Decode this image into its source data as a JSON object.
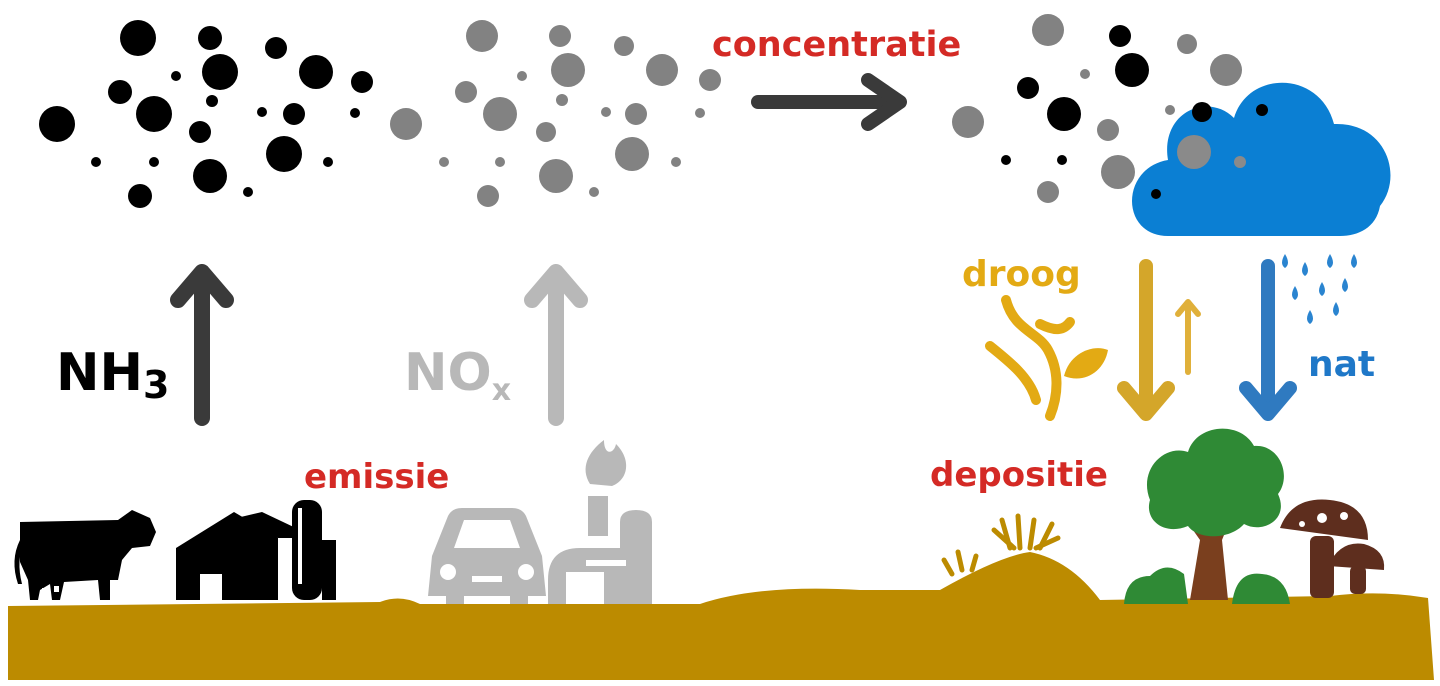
{
  "labels": {
    "concentration": "concentratie",
    "emission": "emissie",
    "deposition": "depositie",
    "dry": "droog",
    "wet": "nat",
    "nh3_base": "NH",
    "nh3_sub": "3",
    "nox_base": "NO",
    "nox_sub": "x"
  },
  "colors": {
    "label_red": "#d42a25",
    "dry_yellow": "#e3aa14",
    "wet_blue": "#1f78c8",
    "cloud_blue": "#0b7fd3",
    "ground": "#bc8b00",
    "nh3_particles": "#000000",
    "nox_particles": "#828282",
    "nh3_arrow": "#3a3a3a",
    "nox_arrow": "#b8b8b8",
    "tree_green": "#2f8a35",
    "tree_trunk": "#7a3f1e",
    "mushroom": "#5e2e1e"
  },
  "icons": [
    "cow-icon",
    "barn-icon",
    "car-icon",
    "factory-icon",
    "cloud-icon",
    "tree-icon",
    "mushroom-icon",
    "grass-icon",
    "leaf-icon",
    "raindrop-icon"
  ]
}
